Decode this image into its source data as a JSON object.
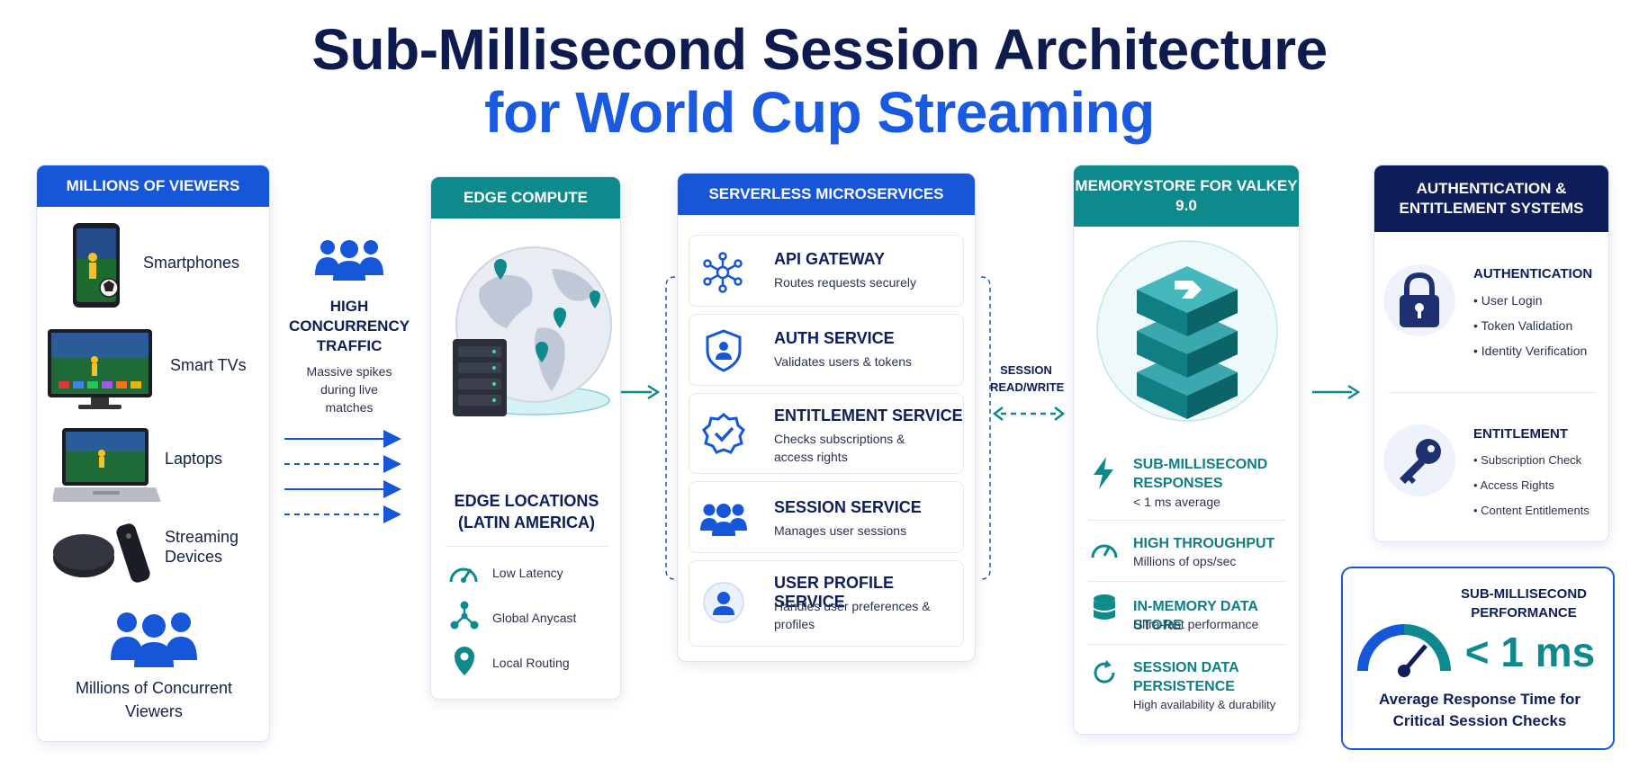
{
  "title": {
    "line1": "Sub-Millisecond Session Architecture",
    "line2": "for World Cup Streaming"
  },
  "viewers": {
    "header": "MILLIONS OF VIEWERS",
    "devices": [
      "Smartphones",
      "Smart TVs",
      "Laptops",
      "Streaming Devices"
    ],
    "footer": "Millions of Concurrent Viewers"
  },
  "traffic": {
    "title": "HIGH CONCURRENCY TRAFFIC",
    "desc": "Massive spikes during live matches"
  },
  "edge": {
    "header": "EDGE COMPUTE",
    "locations": "EDGE LOCATIONS (LATIN AMERICA)",
    "features": [
      "Low Latency",
      "Global Anycast",
      "Local Routing"
    ]
  },
  "serverless": {
    "header": "SERVERLESS MICROSERVICES",
    "services": [
      {
        "name": "API GATEWAY",
        "desc": "Routes requests securely"
      },
      {
        "name": "AUTH SERVICE",
        "desc": "Validates users & tokens"
      },
      {
        "name": "ENTITLEMENT SERVICE",
        "desc": "Checks subscriptions & access rights"
      },
      {
        "name": "SESSION SERVICE",
        "desc": "Manages user sessions"
      },
      {
        "name": "USER PROFILE SERVICE",
        "desc": "Handles user preferences & profiles"
      }
    ]
  },
  "session_link": "SESSION READ/WRITE",
  "memorystore": {
    "header": "MEMORYSTORE FOR VALKEY 9.0",
    "features": [
      {
        "title": "SUB-MILLISECOND RESPONSES",
        "desc": "< 1 ms average"
      },
      {
        "title": "HIGH THROUGHPUT",
        "desc": "Millions of ops/sec"
      },
      {
        "title": "IN-MEMORY DATA STORE",
        "desc": "Ultra-fast performance"
      },
      {
        "title": "SESSION DATA PERSISTENCE",
        "desc": "High availability & durability"
      }
    ]
  },
  "auth": {
    "header": "AUTHENTICATION & ENTITLEMENT SYSTEMS",
    "authentication": {
      "title": "AUTHENTICATION",
      "items": [
        "User Login",
        "Token Validation",
        "Identity Verification"
      ]
    },
    "entitlement": {
      "title": "ENTITLEMENT",
      "items": [
        "Subscription Check",
        "Access Rights",
        "Content Entitlements"
      ]
    }
  },
  "performance": {
    "title": "SUB-MILLISECOND PERFORMANCE",
    "value": "< 1 ms",
    "desc": "Average Response Time for Critical Session Checks"
  },
  "colors": {
    "blue": "#1656d8",
    "teal": "#0f8a8c",
    "navy": "#0e1e5b"
  }
}
